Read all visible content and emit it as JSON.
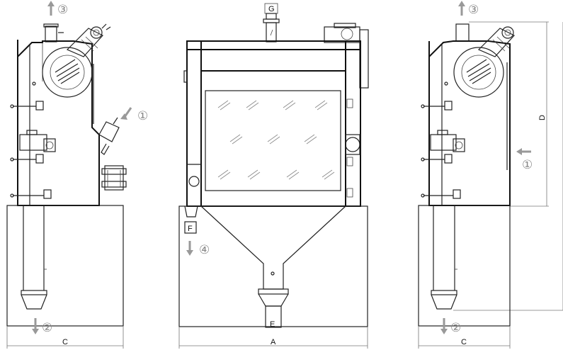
{
  "labels": {
    "a": "A",
    "c": "C",
    "d": "D",
    "e": "E",
    "f": "F",
    "g": "G"
  },
  "flows": {
    "inlet": "①",
    "outlet_bottom": "②",
    "exhaust_top": "③",
    "discharge_side": "④"
  },
  "colors": {
    "outline": "#222222",
    "arrow": "#999999",
    "dimension": "#777777"
  }
}
